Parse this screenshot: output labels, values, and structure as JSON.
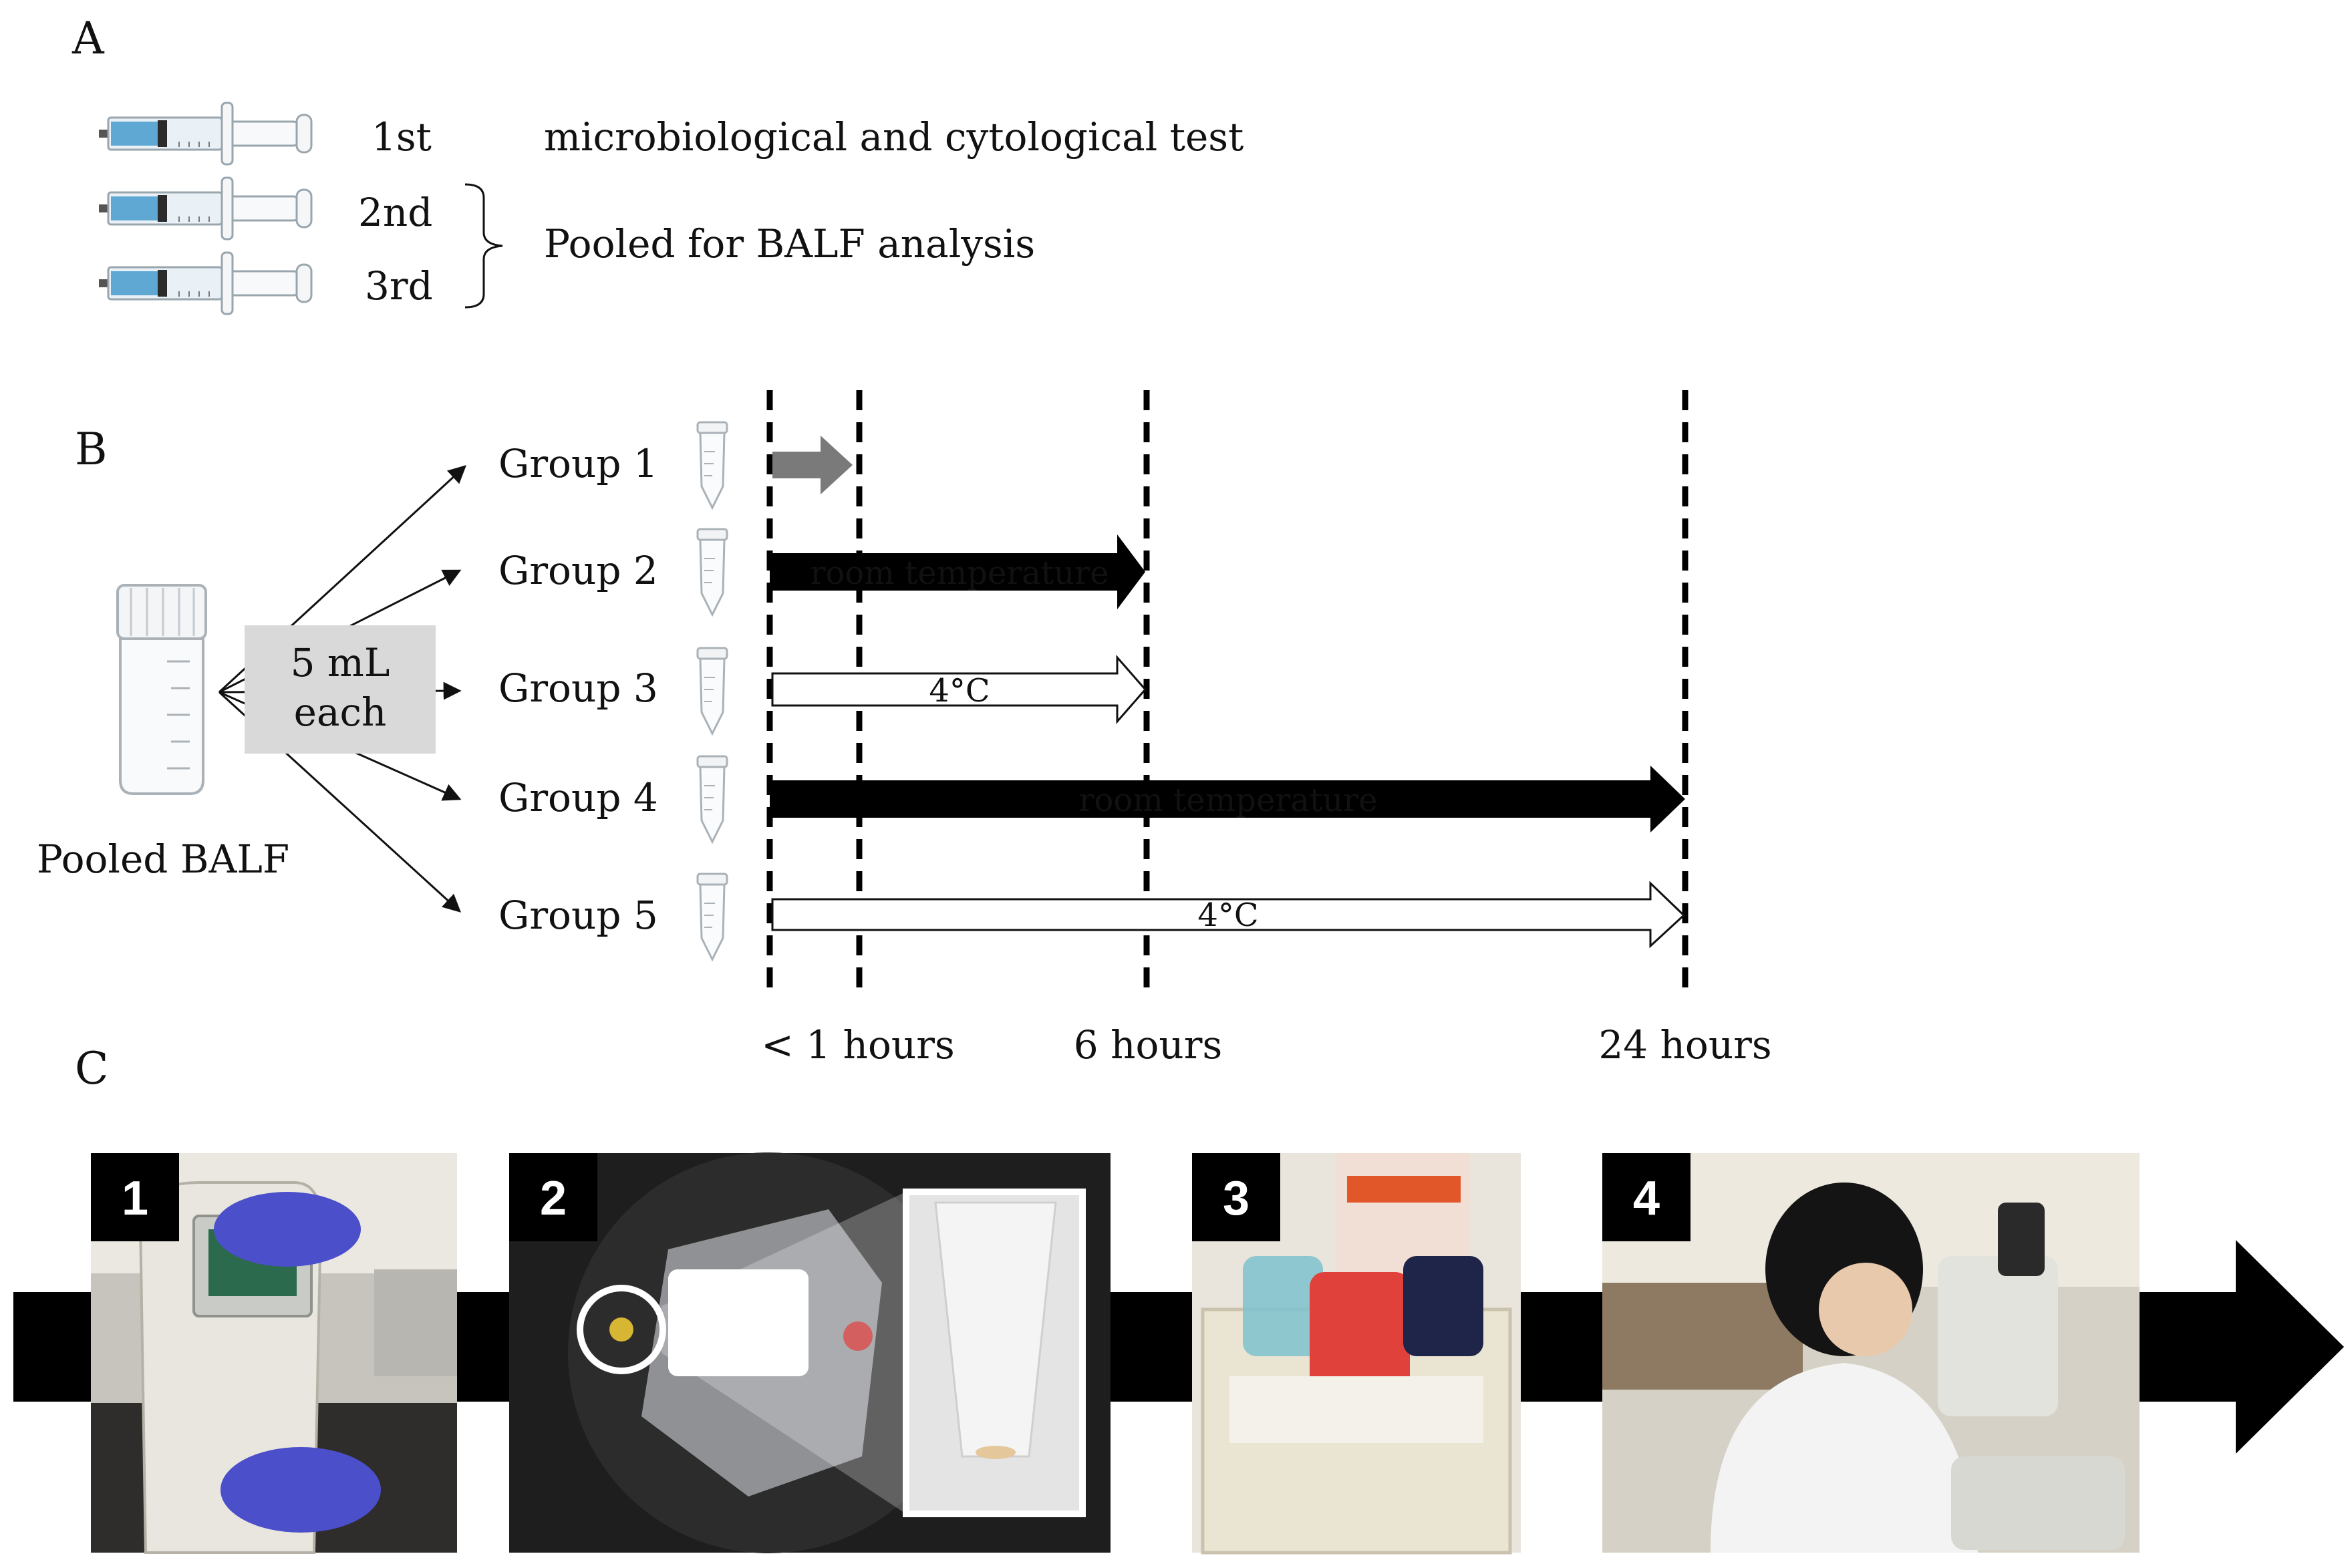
{
  "panels": {
    "a": "A",
    "b": "B",
    "c": "C"
  },
  "panel_a": {
    "syringes": [
      {
        "label": "1st",
        "desc": "microbiological and cytological test"
      },
      {
        "label": "2nd",
        "desc": ""
      },
      {
        "label": "3rd",
        "desc": ""
      }
    ],
    "pooled_text": "Pooled for BALF analysis"
  },
  "panel_b": {
    "source_label": "Pooled BALF",
    "split_label_line1": "5 mL",
    "split_label_line2": "each",
    "groups": [
      {
        "name": "Group 1",
        "condition": "",
        "end": "< 1 hours",
        "style": "gray"
      },
      {
        "name": "Group 2",
        "condition": "room temperature",
        "end": "6 hours",
        "style": "black"
      },
      {
        "name": "Group 3",
        "condition": "4°C",
        "end": "6 hours",
        "style": "white"
      },
      {
        "name": "Group 4",
        "condition": "room temperature",
        "end": "24 hours",
        "style": "black"
      },
      {
        "name": "Group 5",
        "condition": "4°C",
        "end": "24 hours",
        "style": "white"
      }
    ],
    "time_labels": [
      "< 1 hours",
      "6 hours",
      "24 hours"
    ]
  },
  "panel_c": {
    "steps": [
      "1",
      "2",
      "3",
      "4"
    ]
  },
  "colors": {
    "black": "#000000",
    "gray_arrow": "#7a7a7a",
    "label_box": "#d9d9d9",
    "syringe_fluid": "#5fa8d3"
  }
}
